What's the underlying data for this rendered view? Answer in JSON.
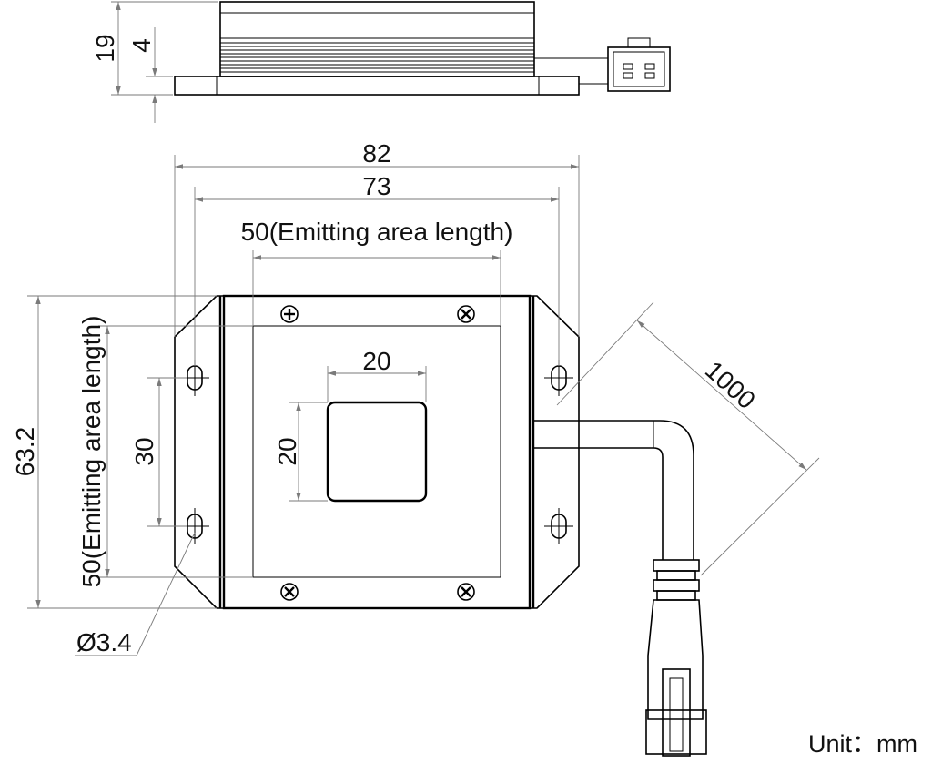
{
  "dimensions": {
    "height_total": "19",
    "base_thickness": "4",
    "width_outer": "82",
    "width_hole_pitch": "73",
    "emit_length_h": "50(Emitting area length)",
    "emit_length_v": "50(Emitting area length)",
    "height_outer": "63.2",
    "hole_pitch_v": "30",
    "window_w": "20",
    "window_h": "20",
    "cable_length": "1000",
    "hole_diameter": "Ø3.4"
  },
  "unit_label": "Unit：mm"
}
